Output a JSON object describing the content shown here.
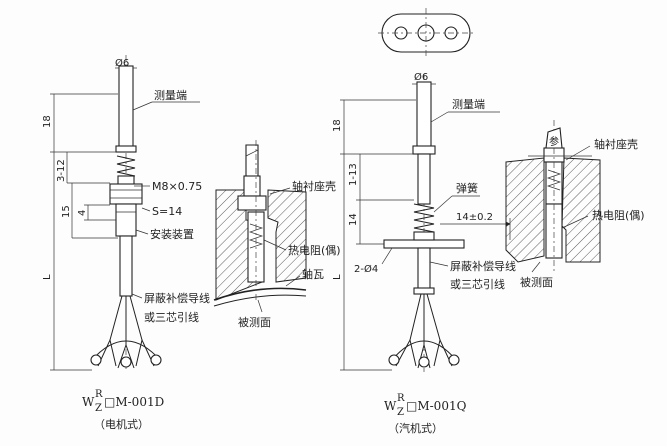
{
  "left": {
    "diameter": "Ø6",
    "measuring_end": "测量端",
    "dim_18": "18",
    "dim_3_12": "3-12",
    "dim_15": "15",
    "dim_4": "4",
    "dim_L": "L",
    "thread": "M8×0.75",
    "wrench": "S=14",
    "mounting": "安装装置",
    "lead_1": "屏蔽补偿导线",
    "lead_2": "或三芯引线",
    "model_W": "W",
    "model_R": "R",
    "model_Z": "Z",
    "model_rest": "□M-001D",
    "caption": "（电机式）"
  },
  "left_section": {
    "bearing_housing": "轴衬座壳",
    "rtd": "热电阻(偶)",
    "bearing_shell": "轴瓦",
    "measured_surface": "被测面"
  },
  "right": {
    "diameter": "Ø6",
    "measuring_end": "测量端",
    "dim_18": "18",
    "dim_1_13": "1-13",
    "dim_14": "14",
    "dim_L": "L",
    "spring": "弹簧",
    "flange_dim": "14±0.2",
    "holes": "2-Ø4",
    "lead_1": "屏蔽补偿导线",
    "lead_2": "或三芯引线",
    "model_W": "W",
    "model_R": "R",
    "model_Z": "Z",
    "model_rest": "□M-001Q",
    "caption": "（汽机式）"
  },
  "right_section": {
    "bearing_housing": "轴衬座壳",
    "rtd": "热电阻(偶)",
    "measured_surface": "被测面",
    "mark": "参"
  }
}
